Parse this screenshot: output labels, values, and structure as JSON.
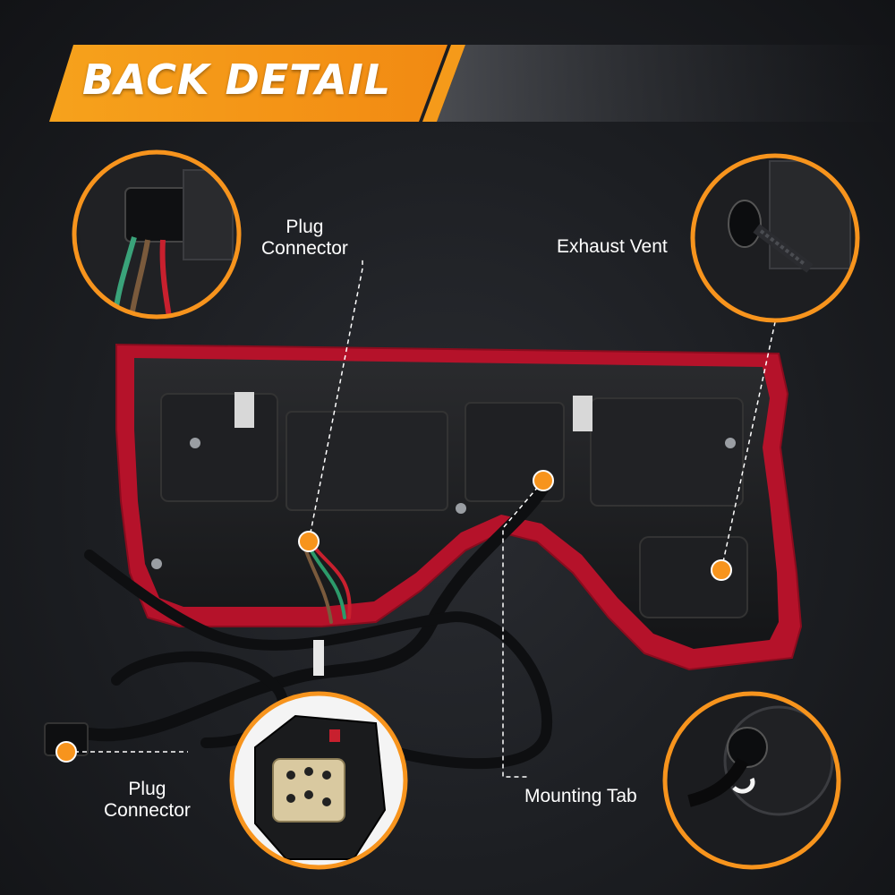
{
  "banner": {
    "title": "BACK DETAIL"
  },
  "callouts": {
    "plug_top": {
      "line1": "Plug",
      "line2": "Connector"
    },
    "exhaust": {
      "text": "Exhaust Vent"
    },
    "plug_bottom": {
      "line1": "Plug",
      "line2": "Connector"
    },
    "mounting": {
      "text": "Mounting Tab"
    }
  },
  "colors": {
    "accent_orange": "#f7941d",
    "housing_red": "#c8102e",
    "background": "#1c1e22"
  }
}
